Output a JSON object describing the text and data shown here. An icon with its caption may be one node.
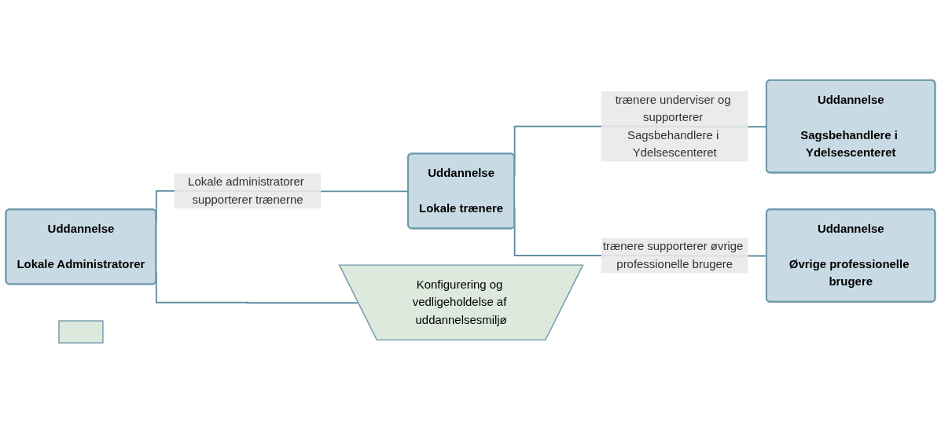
{
  "diagram": {
    "nodes": [
      {
        "text": [
          "Uddannelse",
          "Lokale  Administratorer"
        ]
      },
      {
        "text": [
          "Uddannelse",
          "Lokale trænere"
        ]
      },
      {
        "text": [
          "Uddannelse",
          "Sagsbehandlere i Ydelsescenteret"
        ]
      },
      {
        "text": [
          "Uddannelse",
          "Øvrige professionelle brugere"
        ]
      },
      {
        "text": [
          "Konfigurering og vedligeholdelse af uddannelsesmiljø"
        ]
      },
      {
        "text": [],
        "shape": "bar"
      }
    ],
    "edges": [
      {
        "from": 0,
        "to": 4,
        "arrow": "none"
      },
      {
        "from": 0,
        "to": 1,
        "arrow": "none",
        "label": "Lokale administratorer supporterer trænerne"
      },
      {
        "from": 1,
        "to": 2,
        "arrow": "none",
        "label": "trænere underviser og supporterer Sagsbehandlere i Ydelsescenteret"
      },
      {
        "from": 1,
        "to": 3,
        "arrow": "none",
        "label": "trænere supporterer øvrige professionelle brugere"
      }
    ]
  }
}
